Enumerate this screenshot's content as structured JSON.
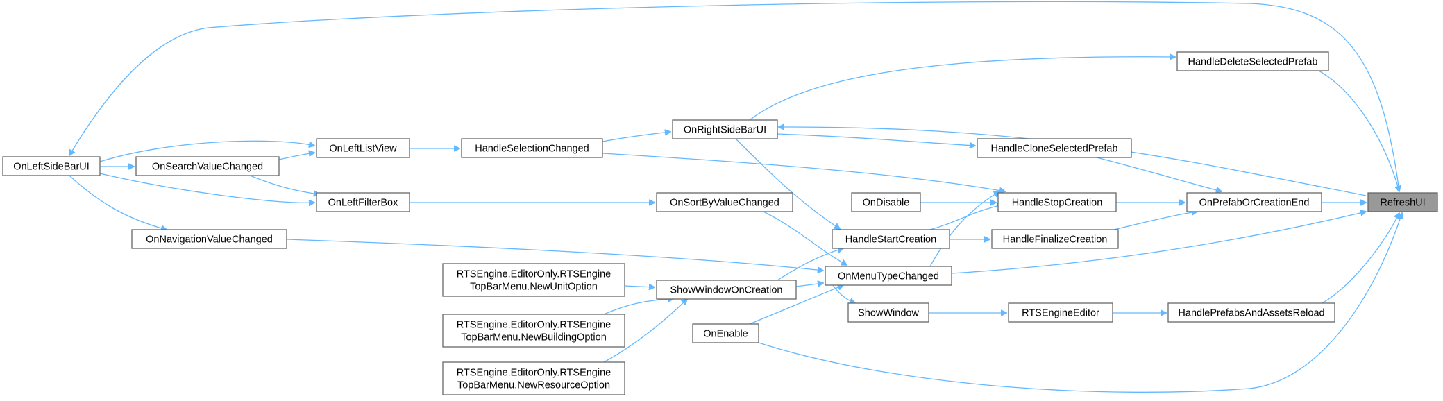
{
  "diagram": {
    "edge_color": "#63b8ff",
    "node_border_color": "#666666",
    "highlight_fill": "#999999",
    "nodes": {
      "refresh_ui": "RefreshUI",
      "handle_delete_selected_prefab": "HandleDeleteSelectedPrefab",
      "on_prefab_or_creation_end": "OnPrefabOrCreationEnd",
      "handle_prefabs_and_assets_reload": "HandlePrefabsAndAssetsReload",
      "handle_clone_selected_prefab": "HandleCloneSelectedPrefab",
      "handle_stop_creation": "HandleStopCreation",
      "handle_finalize_creation": "HandleFinalizeCreation",
      "rts_engine_editor": "RTSEngineEditor",
      "on_right_side_bar_ui": "OnRightSideBarUI",
      "on_disable": "OnDisable",
      "handle_start_creation": "HandleStartCreation",
      "on_menu_type_changed": "OnMenuTypeChanged",
      "show_window": "ShowWindow",
      "on_enable": "OnEnable",
      "handle_selection_changed": "HandleSelectionChanged",
      "on_sort_by_value_changed": "OnSortByValueChanged",
      "show_window_on_creation": "ShowWindowOnCreation",
      "on_left_list_view": "OnLeftListView",
      "on_left_filter_box": "OnLeftFilterBox",
      "on_search_value_changed": "OnSearchValueChanged",
      "on_navigation_value_changed": "OnNavigationValueChanged",
      "on_left_side_bar_ui": "OnLeftSideBarUI",
      "new_unit_option": [
        "RTSEngine.EditorOnly.RTSEngine",
        "TopBarMenu.NewUnitOption"
      ],
      "new_building_option": [
        "RTSEngine.EditorOnly.RTSEngine",
        "TopBarMenu.NewBuildingOption"
      ],
      "new_resource_option": [
        "RTSEngine.EditorOnly.RTSEngine",
        "TopBarMenu.NewResourceOption"
      ]
    }
  }
}
